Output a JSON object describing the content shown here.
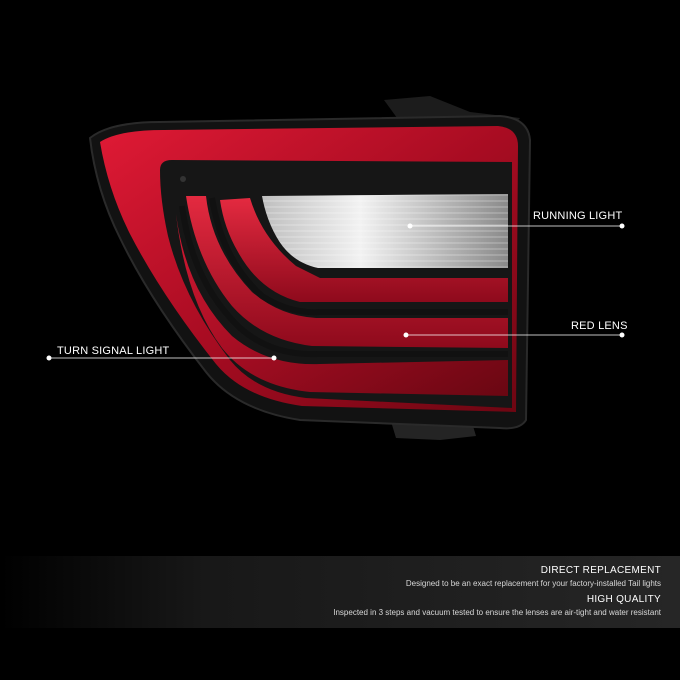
{
  "callouts": {
    "running_light": "RUNNING LIGHT",
    "red_lens": "RED LENS",
    "turn_signal_light": "TURN SIGNAL LIGHT"
  },
  "features": [
    {
      "title": "DIRECT REPLACEMENT",
      "description": "Designed to be an exact replacement for your factory-installed Tail lights"
    },
    {
      "title": "HIGH QUALITY",
      "description": "Inspected in 3 steps and vacuum tested to ensure the lenses are air-tight and water resistant"
    }
  ],
  "colors": {
    "background": "#000000",
    "lens_red": "#c0102a",
    "housing_black": "#1a1a1a",
    "reverse_clear": "#e8e8e8"
  }
}
